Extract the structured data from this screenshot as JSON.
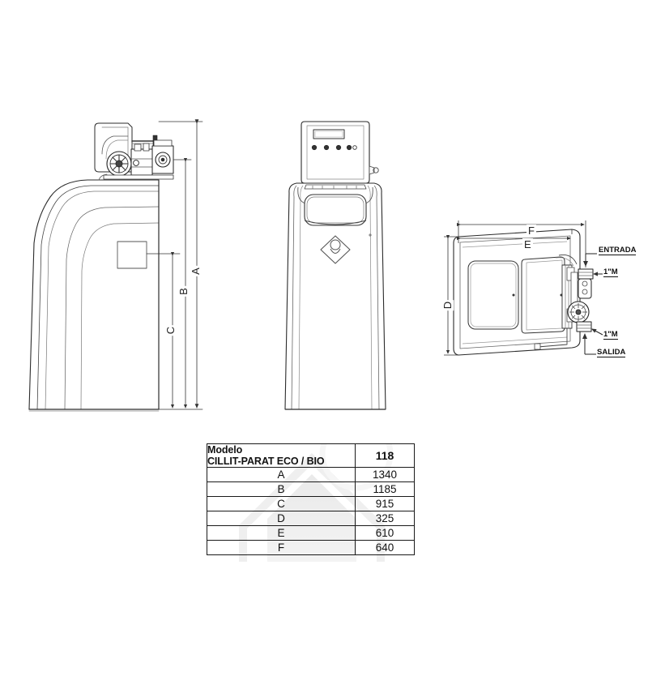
{
  "document": {
    "type": "technical-dimension-drawing",
    "subject": "CILLIT-PARAT ECO / BIO water softener",
    "background_color": "#ffffff",
    "line_color": "#222222",
    "text_color": "#111111"
  },
  "views": {
    "left": {
      "name": "side-elevation-view",
      "dimension_letters": [
        "A",
        "B",
        "C"
      ]
    },
    "center": {
      "name": "front-elevation-view",
      "logo": "diamond-logo"
    },
    "right": {
      "name": "top-plan-view",
      "dimension_letters": [
        "D",
        "E",
        "F"
      ]
    }
  },
  "dim_letters": {
    "A": "A",
    "B": "B",
    "C": "C",
    "D": "D",
    "E": "E",
    "F": "F"
  },
  "callouts": {
    "inlet": "ENTRADA",
    "outlet": "SALIDA",
    "inlet_thread": "1\"M",
    "outlet_thread": "1\"M"
  },
  "table": {
    "header": {
      "model_line1": "Modelo",
      "model_line2": "CILLIT-PARAT ECO / BIO",
      "size": "118"
    },
    "rows": [
      {
        "letter": "A",
        "value": "1340"
      },
      {
        "letter": "B",
        "value": "1185"
      },
      {
        "letter": "C",
        "value": "915"
      },
      {
        "letter": "D",
        "value": "325"
      },
      {
        "letter": "E",
        "value": "610"
      },
      {
        "letter": "F",
        "value": "640"
      }
    ]
  }
}
